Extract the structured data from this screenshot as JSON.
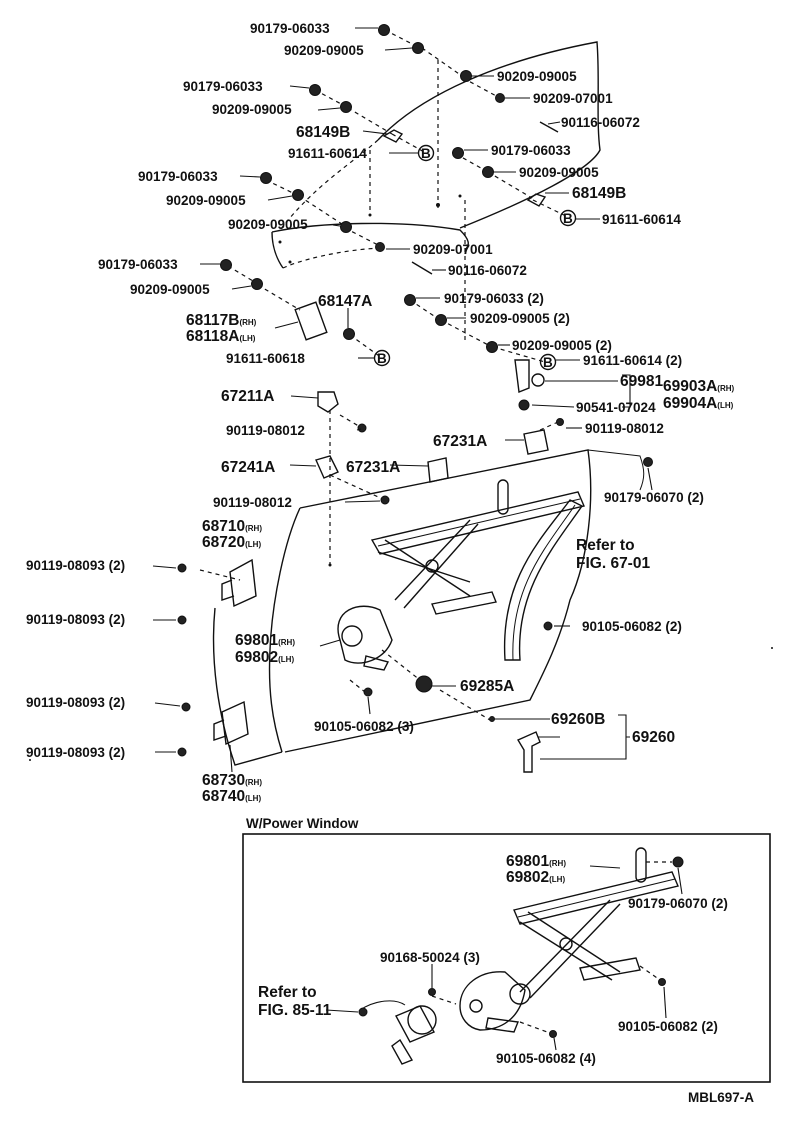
{
  "labels": {
    "l01": "90179-06033",
    "l02": "90209-09005",
    "l03": "90209-09005",
    "l04": "90179-06033",
    "l05": "90209-07001",
    "l06": "90209-09005",
    "l07": "90116-06072",
    "l08": "68149B",
    "l09": "91611-60614",
    "l10": "90179-06033",
    "l11": "90179-06033",
    "l12": "90209-09005",
    "l13": "90209-09005",
    "l14": "68149B",
    "l15": "90209-09005",
    "l16": "91611-60614",
    "l17": "90209-07001",
    "l18": "90179-06033",
    "l19": "90116-06072",
    "l20": "90209-09005",
    "l21": "90179-06033 (2)",
    "l22": "68147A",
    "l23": "90209-09005 (2)",
    "l24": "68117B",
    "l25": "68118A",
    "l26": "91611-60618",
    "l27": "90209-09005 (2)",
    "l28": "91611-60614 (2)",
    "l29": "67211A",
    "l30": "69981",
    "l31": "69903A",
    "l32": "90541-07024",
    "l33": "69904A",
    "l34": "90119-08012",
    "l35": "90119-08012",
    "l36": "67231A",
    "l37": "67241A",
    "l38": "67231A",
    "l39": "90179-06070 (2)",
    "l40": "90119-08012",
    "l41": "68710",
    "l42": "68720",
    "l43": "Refer to",
    "l44": "FIG. 67-01",
    "l45": "90119-08093 (2)",
    "l46": "90119-08093 (2)",
    "l47": "90105-06082 (2)",
    "l48": "69801",
    "l49": "69802",
    "l50": "69285A",
    "l51": "90119-08093 (2)",
    "l52": "90105-06082 (3)",
    "l53": "69260B",
    "l54": "69260",
    "l55": "90119-08093 (2)",
    "l56": "68730",
    "l57": "68740",
    "box_title": "W/Power Window",
    "b1": "69801",
    "b2": "69802",
    "b3": "90179-06070 (2)",
    "b4": "90168-50024 (3)",
    "b5": "Refer to",
    "b6": "FIG. 85-11",
    "b7": "90105-06082 (2)",
    "b8": "90105-06082 (4)",
    "code": "MBL697-A"
  },
  "side_marks": {
    "rh": "(RH)",
    "lh": "(LH)"
  },
  "callout_letter": "B"
}
